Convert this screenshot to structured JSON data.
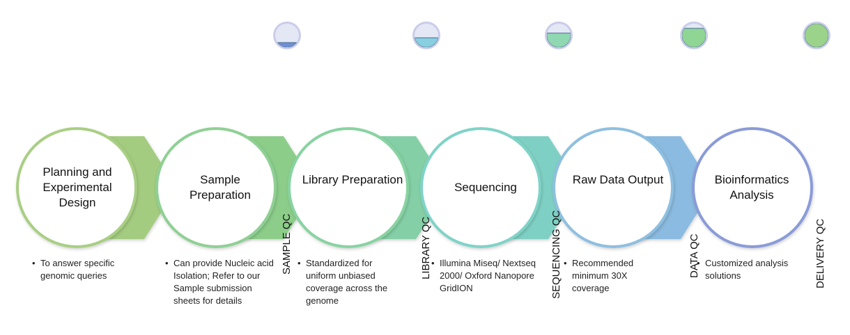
{
  "stages": [
    {
      "title": "Planning and Experimental Design",
      "desc": "To answer specific genomic queries"
    },
    {
      "title": "Sample Preparation",
      "desc": "Can provide Nucleic acid Isolation; Refer to our Sample submission sheets for details"
    },
    {
      "title": "Library Preparation",
      "desc": "Standardized for uniform unbiased coverage across the genome"
    },
    {
      "title": "Sequencing",
      "desc": "Illumina Miseq/ Nextseq 2000/ Oxford Nanopore GridION"
    },
    {
      "title": "Raw Data Output",
      "desc": "Recommended minimum 30X coverage"
    },
    {
      "title": "Bioinformatics Analysis",
      "desc": "Customized analysis solutions"
    }
  ],
  "qc": [
    {
      "label": "SAMPLE QC",
      "level": 0.2,
      "color": "#6f8fd6"
    },
    {
      "label": "LIBRARY QC",
      "level": 0.4,
      "color": "#88cfe0"
    },
    {
      "label": "SEQUENCING QC",
      "level": 0.6,
      "color": "#8fd8b2"
    },
    {
      "label": "DATA QC",
      "level": 0.8,
      "color": "#8fd594"
    },
    {
      "label": "DELIVERY QC",
      "level": 1.0,
      "color": "#9bd38a"
    }
  ],
  "bullet": "•",
  "colors": {
    "ring": [
      "#a9cf83",
      "#8fd094",
      "#88d3a1",
      "#7fd3c7",
      "#8ebfe0",
      "#8a9bd8"
    ],
    "arrow": [
      "#a4cc80",
      "#8ccd8a",
      "#84cfa6",
      "#7fd0c4",
      "#8bbbe0"
    ],
    "qc_back": "#c9cde9"
  }
}
